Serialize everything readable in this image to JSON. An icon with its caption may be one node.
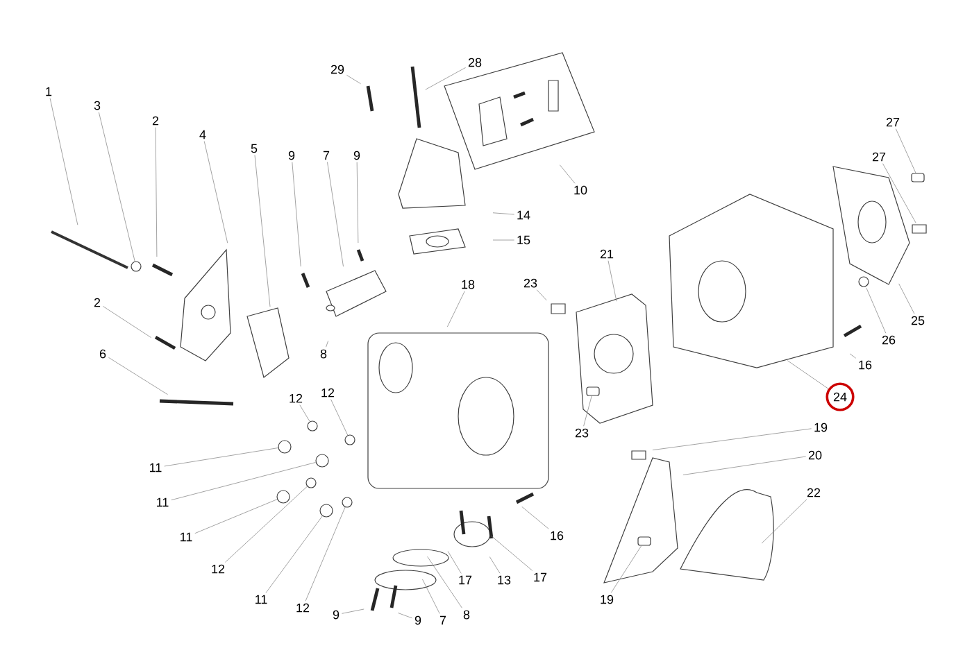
{
  "diagram": {
    "nodes": [
      {
        "text": [
          "1"
        ]
      },
      {
        "text": [
          "3"
        ]
      },
      {
        "text": [
          "2"
        ]
      },
      {
        "text": [
          "4"
        ]
      },
      {
        "text": [
          "5"
        ]
      },
      {
        "text": [
          "9"
        ]
      },
      {
        "text": [
          "7"
        ]
      },
      {
        "text": [
          "9"
        ]
      },
      {
        "text": [
          "29"
        ]
      },
      {
        "text": [
          "28"
        ]
      },
      {
        "text": [
          "10"
        ]
      },
      {
        "text": [
          "14"
        ]
      },
      {
        "text": [
          "15"
        ]
      },
      {
        "text": [
          "18"
        ]
      },
      {
        "text": [
          "21"
        ]
      },
      {
        "text": [
          "23"
        ]
      },
      {
        "text": [
          "27"
        ]
      },
      {
        "text": [
          "27"
        ]
      },
      {
        "text": [
          "25"
        ]
      },
      {
        "text": [
          "26"
        ]
      },
      {
        "text": [
          "2"
        ]
      },
      {
        "text": [
          "8"
        ]
      },
      {
        "text": [
          "6"
        ]
      },
      {
        "text": [
          "12"
        ]
      },
      {
        "text": [
          "12"
        ]
      },
      {
        "text": [
          "16"
        ]
      },
      {
        "text": [
          "24"
        ]
      },
      {
        "text": [
          "23"
        ]
      },
      {
        "text": [
          "19"
        ]
      },
      {
        "text": [
          "20"
        ]
      },
      {
        "text": [
          "11"
        ]
      },
      {
        "text": [
          "11"
        ]
      },
      {
        "text": [
          "11"
        ]
      },
      {
        "text": [
          "12"
        ]
      },
      {
        "text": [
          "22"
        ]
      },
      {
        "text": [
          "16"
        ]
      },
      {
        "text": [
          "11"
        ]
      },
      {
        "text": [
          "12"
        ]
      },
      {
        "text": [
          "9"
        ]
      },
      {
        "text": [
          "9"
        ]
      },
      {
        "text": [
          "7"
        ]
      },
      {
        "text": [
          "8"
        ]
      },
      {
        "text": [
          "17"
        ]
      },
      {
        "text": [
          "13"
        ]
      },
      {
        "text": [
          "17"
        ]
      },
      {
        "text": [
          "19"
        ]
      },
      {
        "text": [],
        "shape": "circle"
      },
      {
        "text": [],
        "shape": "cylinder"
      },
      {
        "text": [],
        "shape": "cylinder"
      },
      {
        "text": [],
        "shape": "circle"
      },
      {
        "text": [],
        "shape": "cylinder"
      },
      {
        "text": [],
        "shape": "circle"
      },
      {
        "text": [],
        "shape": "circle"
      },
      {
        "text": [],
        "shape": "circle"
      },
      {
        "text": [],
        "shape": "circle"
      },
      {
        "text": [],
        "shape": "circle"
      },
      {
        "text": [],
        "shape": "circle"
      },
      {
        "text": [],
        "shape": "circle"
      }
    ],
    "edges": [
      {
        "from": 0,
        "to": null,
        "arrow": "none"
      },
      {
        "from": 1,
        "to": 46,
        "arrow": "none"
      },
      {
        "from": 2,
        "to": null,
        "arrow": "none"
      },
      {
        "from": 3,
        "to": null,
        "arrow": "none"
      },
      {
        "from": 4,
        "to": null,
        "arrow": "none"
      },
      {
        "from": 5,
        "to": null,
        "arrow": "none"
      },
      {
        "from": 6,
        "to": null,
        "arrow": "none"
      },
      {
        "from": 7,
        "to": null,
        "arrow": "none"
      },
      {
        "from": 8,
        "to": null,
        "arrow": "none"
      },
      {
        "from": 9,
        "to": null,
        "arrow": "none"
      },
      {
        "from": 10,
        "to": null,
        "arrow": "none"
      },
      {
        "from": 11,
        "to": null,
        "arrow": "none"
      },
      {
        "from": 12,
        "to": null,
        "arrow": "none"
      },
      {
        "from": 13,
        "to": null,
        "arrow": "none"
      },
      {
        "from": 14,
        "to": null,
        "arrow": "none"
      },
      {
        "from": 15,
        "to": null,
        "arrow": "none"
      },
      {
        "from": 16,
        "to": 47,
        "arrow": "none"
      },
      {
        "from": 17,
        "to": null,
        "arrow": "none"
      },
      {
        "from": 18,
        "to": null,
        "arrow": "none"
      },
      {
        "from": 19,
        "to": null,
        "arrow": "none"
      },
      {
        "from": 20,
        "to": null,
        "arrow": "none"
      },
      {
        "from": 21,
        "to": null,
        "arrow": "none"
      },
      {
        "from": 22,
        "to": null,
        "arrow": "none"
      },
      {
        "from": 23,
        "to": 56,
        "arrow": "none"
      },
      {
        "from": 24,
        "to": 57,
        "arrow": "none"
      },
      {
        "from": 25,
        "to": null,
        "arrow": "none"
      },
      {
        "from": 26,
        "to": null,
        "arrow": "none"
      },
      {
        "from": 27,
        "to": 48,
        "arrow": "none"
      },
      {
        "from": 28,
        "to": null,
        "arrow": "none"
      },
      {
        "from": 29,
        "to": null,
        "arrow": "none"
      },
      {
        "from": 30,
        "to": 51,
        "arrow": "none"
      },
      {
        "from": 31,
        "to": 52,
        "arrow": "none"
      },
      {
        "from": 32,
        "to": 53,
        "arrow": "none"
      },
      {
        "from": 33,
        "to": 49,
        "arrow": "none"
      },
      {
        "from": 34,
        "to": null,
        "arrow": "none"
      },
      {
        "from": 35,
        "to": null,
        "arrow": "none"
      },
      {
        "from": 36,
        "to": 54,
        "arrow": "none"
      },
      {
        "from": 37,
        "to": 55,
        "arrow": "none"
      },
      {
        "from": 38,
        "to": null,
        "arrow": "none"
      },
      {
        "from": 39,
        "to": null,
        "arrow": "none"
      },
      {
        "from": 40,
        "to": null,
        "arrow": "none"
      },
      {
        "from": 41,
        "to": null,
        "arrow": "none"
      },
      {
        "from": 42,
        "to": null,
        "arrow": "none"
      },
      {
        "from": 43,
        "to": null,
        "arrow": "none"
      },
      {
        "from": 44,
        "to": null,
        "arrow": "none"
      },
      {
        "from": 45,
        "to": 50,
        "arrow": "none"
      }
    ]
  }
}
